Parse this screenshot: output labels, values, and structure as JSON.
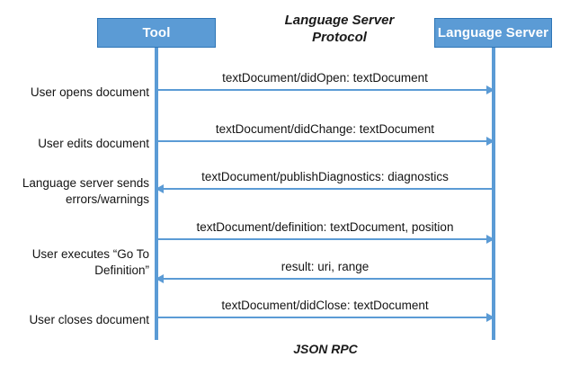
{
  "diagram": {
    "title": "Language Server\nProtocol",
    "footer": "JSON RPC",
    "accent_fill": "#5B9BD5",
    "accent_border": "#2E75B6",
    "text_color": "#141414",
    "background": "#FFFFFF"
  },
  "participants": [
    {
      "id": "tool",
      "label": "Tool"
    },
    {
      "id": "language-server",
      "label": "Language Server"
    }
  ],
  "steps": [
    {
      "label": "User opens document"
    },
    {
      "label": "User edits document"
    },
    {
      "label": "Language server sends\nerrors/warnings"
    },
    {
      "label": "User executes “Go To\nDefinition”"
    },
    {
      "label": "User closes document"
    }
  ],
  "messages": [
    {
      "caption": "textDocument/didOpen: textDocument",
      "direction": "to-right"
    },
    {
      "caption": "textDocument/didChange: textDocument",
      "direction": "to-right"
    },
    {
      "caption": "textDocument/publishDiagnostics: diagnostics",
      "direction": "to-left"
    },
    {
      "caption": "textDocument/definition: textDocument, position",
      "direction": "to-right"
    },
    {
      "caption": "result: uri, range",
      "direction": "to-left"
    },
    {
      "caption": "textDocument/didClose: textDocument",
      "direction": "to-right"
    }
  ]
}
